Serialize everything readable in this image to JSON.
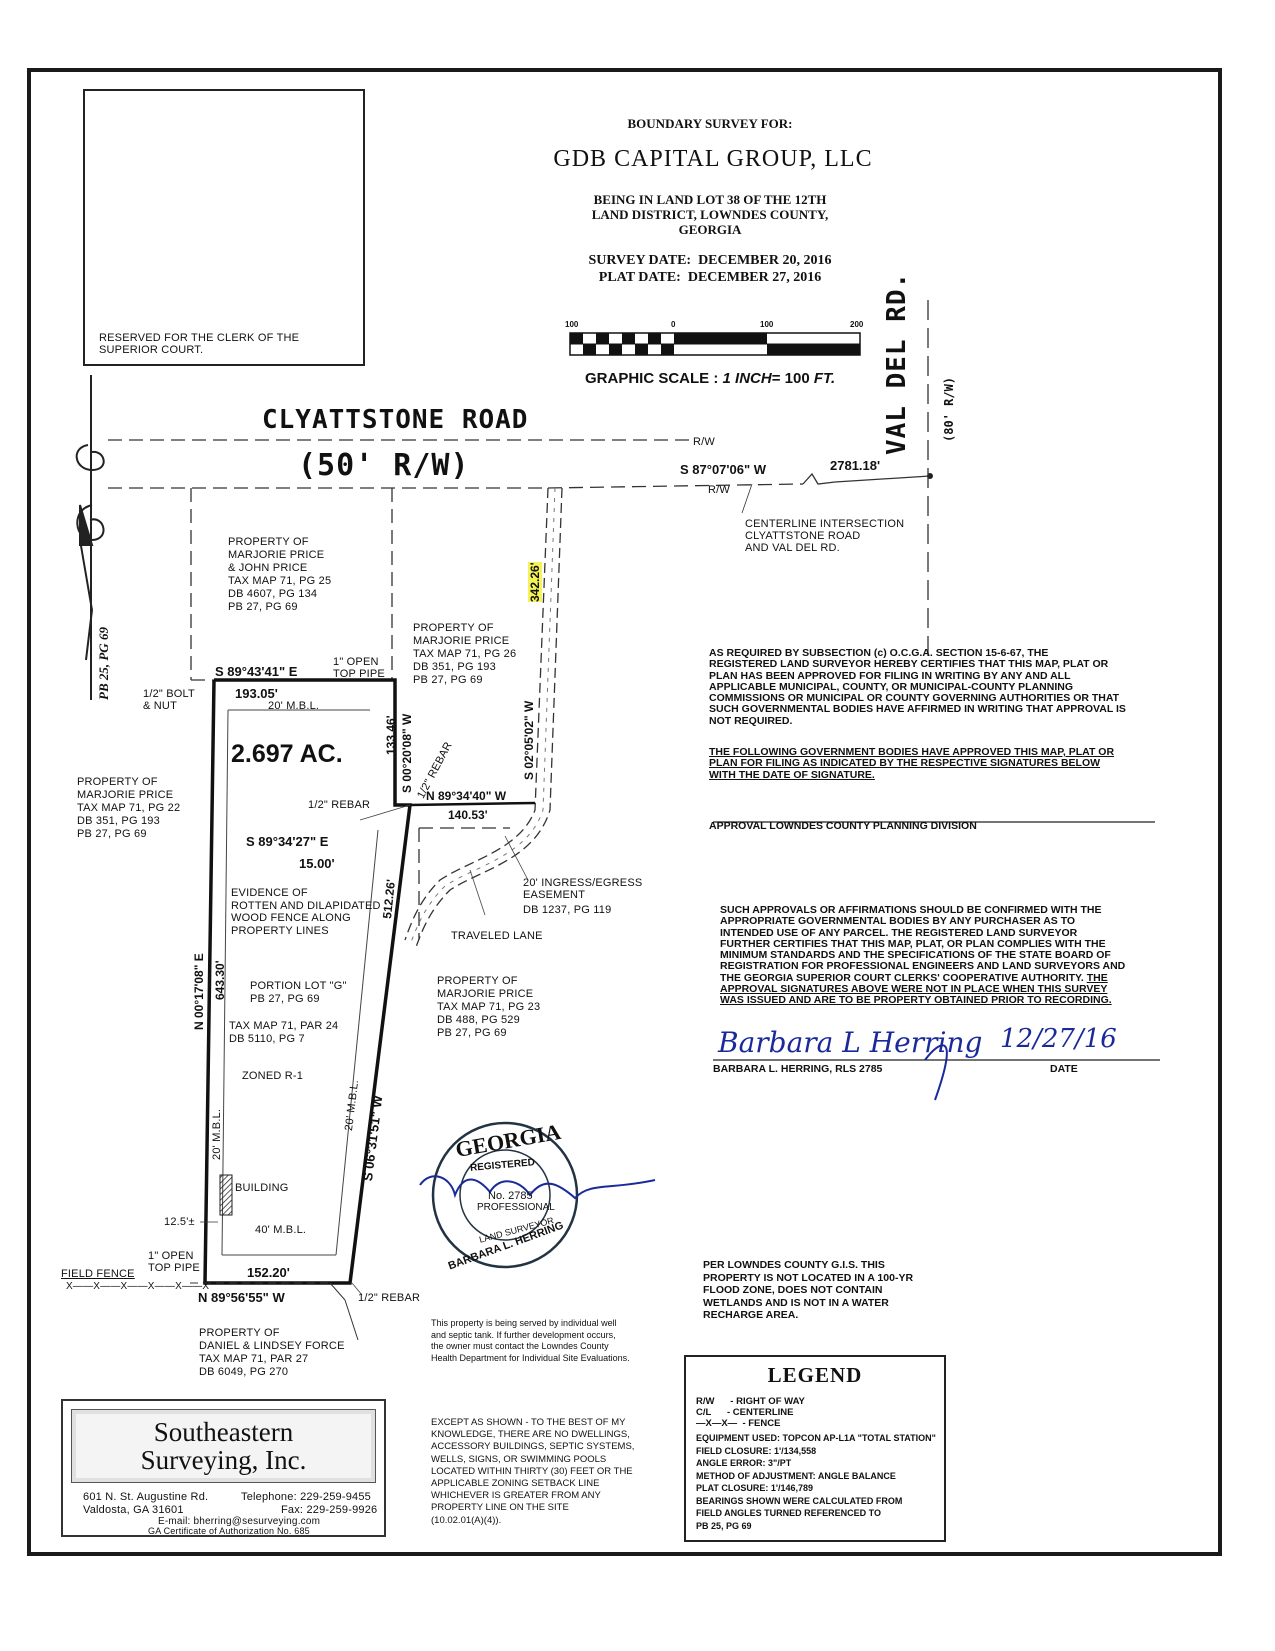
{
  "clerk_box": {
    "line1": "RESERVED FOR THE CLERK OF THE",
    "line2": "SUPERIOR COURT."
  },
  "header": {
    "survey_for": "BOUNDARY SURVEY FOR:",
    "client": "GDB CAPITAL GROUP, LLC",
    "location1": "BEING IN LAND LOT 38 OF THE 12TH",
    "location2": "LAND DISTRICT, LOWNDES COUNTY,",
    "location3": "GEORGIA",
    "survey_date": "SURVEY DATE:  DECEMBER 20, 2016",
    "plat_date": "PLAT DATE:  DECEMBER 27, 2016"
  },
  "scale": {
    "label_100_left": "100",
    "label_0": "0",
    "label_100": "100",
    "label_200": "200",
    "caption_left": "GRAPHIC SCALE : ",
    "caption_mid": "1 INCH",
    "caption_eq": "= 100 ",
    "caption_ft": "FT."
  },
  "roads": {
    "main_name": "CLYATTSTONE ROAD",
    "main_row": "(50' R/W)",
    "side_name": "VAL DEL RD.",
    "side_row": "(80' R/W)",
    "rw_top": "R/W",
    "rw_bottom": "R/W",
    "bearing_road": "S 87°07'06\" W",
    "distance_road": "2781.18'",
    "centerline1": "CENTERLINE INTERSECTION",
    "centerline2": "CLYATTSTONE ROAD",
    "centerline3": "AND VAL DEL RD.",
    "plat_book_ref": "PB 25, PG 69"
  },
  "parcels": {
    "north": [
      "PROPERTY OF",
      "MARJORIE PRICE",
      "& JOHN PRICE",
      "TAX MAP 71, PG 25",
      "DB 4607, PG 134",
      "PB 27, PG 69"
    ],
    "northeast": [
      "PROPERTY OF",
      "MARJORIE PRICE",
      "TAX MAP 71, PG 26",
      "DB 351, PG 193",
      "PB 27, PG 69"
    ],
    "west": [
      "PROPERTY OF",
      "MARJORIE PRICE",
      "TAX MAP 71, PG 22",
      "DB 351, PG 193",
      "PB 27, PG 69"
    ],
    "east": [
      "PROPERTY OF",
      "MARJORIE PRICE",
      "TAX MAP 71, PG 23",
      "DB 488, PG 529",
      "PB 27, PG 69"
    ],
    "south": [
      "PROPERTY OF",
      "DANIEL & LINDSEY FORCE",
      "TAX MAP 71, PAR 27",
      "DB 6049, PG 270"
    ]
  },
  "boundary": {
    "north_bearing": "S 89°43'41\" E",
    "north_dist": "193.05'",
    "open_top_pipe_n1": "1\" OPEN",
    "open_top_pipe_n2": "TOP PIPE",
    "bolt1": "1/2\" BOLT",
    "bolt2": "& NUT",
    "mbl_top": "20' M.B.L.",
    "acreage": "2.697 AC.",
    "east_short_bearing": "S 00°20'08\" W",
    "east_short_dist": "133.46'",
    "rebar_diag": "1/2\" REBAR",
    "rebar_mid": "1/2\" REBAR",
    "jog_bearing": "N 89°34'40\" W",
    "jog_dist": "140.53'",
    "easement_bearing": "S 02°05'02\" W",
    "easement_dist": "342.26'",
    "step_bearing": "S 89°34'27\" E",
    "step_dist": "15.00'",
    "east_long_dist": "512.26'",
    "east_long_bearing": "S 06°31'51\" W",
    "mbl_east": "20' M.B.L.",
    "west_bearing": "N 00°17'08\" E",
    "west_dist": "643.30'",
    "mbl_west": "20' M.B.L.",
    "mbl_south": "40' M.B.L.",
    "south_dist": "152.20'",
    "south_bearing": "N 89°56'55\" W",
    "rebar_se": "1/2\" REBAR",
    "offset": "12.5'±",
    "open_top_pipe_s1": "1\" OPEN",
    "open_top_pipe_s2": "TOP PIPE",
    "field_fence": "FIELD FENCE",
    "fence_line": "X——X——X——X——X——X"
  },
  "inside": {
    "fence1": "EVIDENCE OF",
    "fence2": "ROTTEN AND DILAPIDATED",
    "fence3": "WOOD FENCE ALONG",
    "fence4": "PROPERTY LINES",
    "portion1": "PORTION LOT \"G\"",
    "portion2": "PB 27, PG 69",
    "tax1": "TAX MAP 71, PAR 24",
    "tax2": "DB 5110, PG 7",
    "zoned": "ZONED R-1",
    "building": "BUILDING"
  },
  "easement": {
    "line1": "20' INGRESS/EGRESS",
    "line2": "EASEMENT",
    "line3": "DB 1237, PG 119",
    "traveled": "TRAVELED LANE"
  },
  "cert": {
    "p1": [
      "AS REQUIRED BY SUBSECTION (c) O.C.G.A. SECTION 15-6-67, THE",
      "REGISTERED LAND SURVEYOR HEREBY CERTIFIES THAT THIS MAP, PLAT OR",
      "PLAN HAS BEEN APPROVED FOR FILING IN WRITING BY ANY AND ALL",
      "APPLICABLE MUNICIPAL, COUNTY, OR MUNICIPAL-COUNTY PLANNING",
      "COMMISSIONS OR MUNICIPAL OR COUNTY GOVERNING AUTHORITIES OR THAT",
      "SUCH GOVERNMENTAL BODIES HAVE AFFIRMED IN WRITING THAT APPROVAL IS",
      "NOT REQUIRED."
    ],
    "p2": [
      "THE FOLLOWING GOVERNMENT BODIES HAVE APPROVED THIS MAP, PLAT OR",
      "PLAN FOR FILING AS INDICATED BY THE RESPECTIVE SIGNATURES BELOW",
      "WITH THE DATE OF SIGNATURE."
    ],
    "approval": "APPROVAL LOWNDES COUNTY PLANNING DIVISION",
    "p3": [
      "SUCH APPROVALS OR AFFIRMATIONS SHOULD BE CONFIRMED WITH THE",
      "APPROPRIATE GOVERNMENTAL BODIES BY ANY PURCHASER AS TO",
      "INTENDED USE OF ANY PARCEL. THE REGISTERED LAND SURVEYOR",
      "FURTHER CERTIFIES THAT THIS MAP, PLAT, OR PLAN COMPLIES WITH THE",
      "MINIMUM STANDARDS AND THE SPECIFICATIONS OF THE STATE BOARD OF",
      "REGISTRATION FOR PROFESSIONAL ENGINEERS AND LAND SURVEYORS AND",
      "THE GEORGIA SUPERIOR COURT CLERKS' COOPERATIVE AUTHORITY."
    ],
    "p3_u1": "THE",
    "p3_u2": "APPROVAL SIGNATURES ABOVE WERE NOT IN PLACE WHEN THIS SURVEY",
    "p3_u3": "WAS ISSUED AND ARE TO BE PROPERTY OBTAINED PRIOR TO RECORDING.",
    "signature": "Barbara L Herring",
    "sign_date": "12/27/16",
    "surveyor": "BARBARA L. HERRING, RLS 2785",
    "date_label": "DATE"
  },
  "seal": {
    "state": "GEORGIA",
    "registered": "REGISTERED",
    "no": "No. 2785",
    "professional": "PROFESSIONAL",
    "land_surveyor": "LAND SURVEYOR",
    "name": "BARBARA L. HERRING"
  },
  "flood": [
    "PER LOWNDES COUNTY G.I.S. THIS",
    "PROPERTY IS NOT LOCATED IN A 100-YR",
    "FLOOD ZONE, DOES NOT CONTAIN",
    "WETLANDS AND IS NOT IN A WATER",
    "RECHARGE AREA."
  ],
  "well_note": [
    "This property is being served by individual well",
    "and septic tank. If further development occurs,",
    "the owner must contact the Lowndes County",
    "Health Department for Individual Site Evaluations."
  ],
  "except_note": [
    "EXCEPT AS SHOWN - TO THE BEST OF MY",
    "KNOWLEDGE, THERE ARE NO DWELLINGS,",
    "ACCESSORY BUILDINGS, SEPTIC SYSTEMS,",
    "WELLS, SIGNS, OR SWIMMING POOLS",
    "LOCATED WITHIN THIRTY (30) FEET OR THE",
    "APPLICABLE ZONING SETBACK LINE",
    "WHICHEVER IS GREATER FROM ANY",
    "PROPERTY LINE ON THE SITE",
    "(10.02.01(A)(4))."
  ],
  "legend": {
    "title": "LEGEND",
    "rw": "R/W      - RIGHT OF WAY",
    "cl": "C/L      - CENTERLINE",
    "fence": "—X—X—  - FENCE",
    "lines": [
      "EQUIPMENT USED: TOPCON AP-L1A \"TOTAL STATION\"",
      "FIELD CLOSURE: 1'/134,558",
      "ANGLE ERROR: 3\"/PT",
      "METHOD OF ADJUSTMENT: ANGLE BALANCE",
      "PLAT CLOSURE: 1'/146,789",
      "BEARINGS SHOWN WERE CALCULATED FROM",
      "FIELD ANGLES TURNED REFERENCED TO",
      "PB 25, PG 69"
    ]
  },
  "company": {
    "name1": "Southeastern",
    "name2": "Surveying, Inc.",
    "address1": "601 N. St. Augustine Rd.",
    "address2": "Valdosta, GA  31601",
    "phone": "Telephone:  229-259-9455",
    "fax": "Fax:  229-259-9926",
    "email": "E-mail: bherring@sesurveying.com",
    "cert": "GA Certificate of Authorization No. 685"
  }
}
